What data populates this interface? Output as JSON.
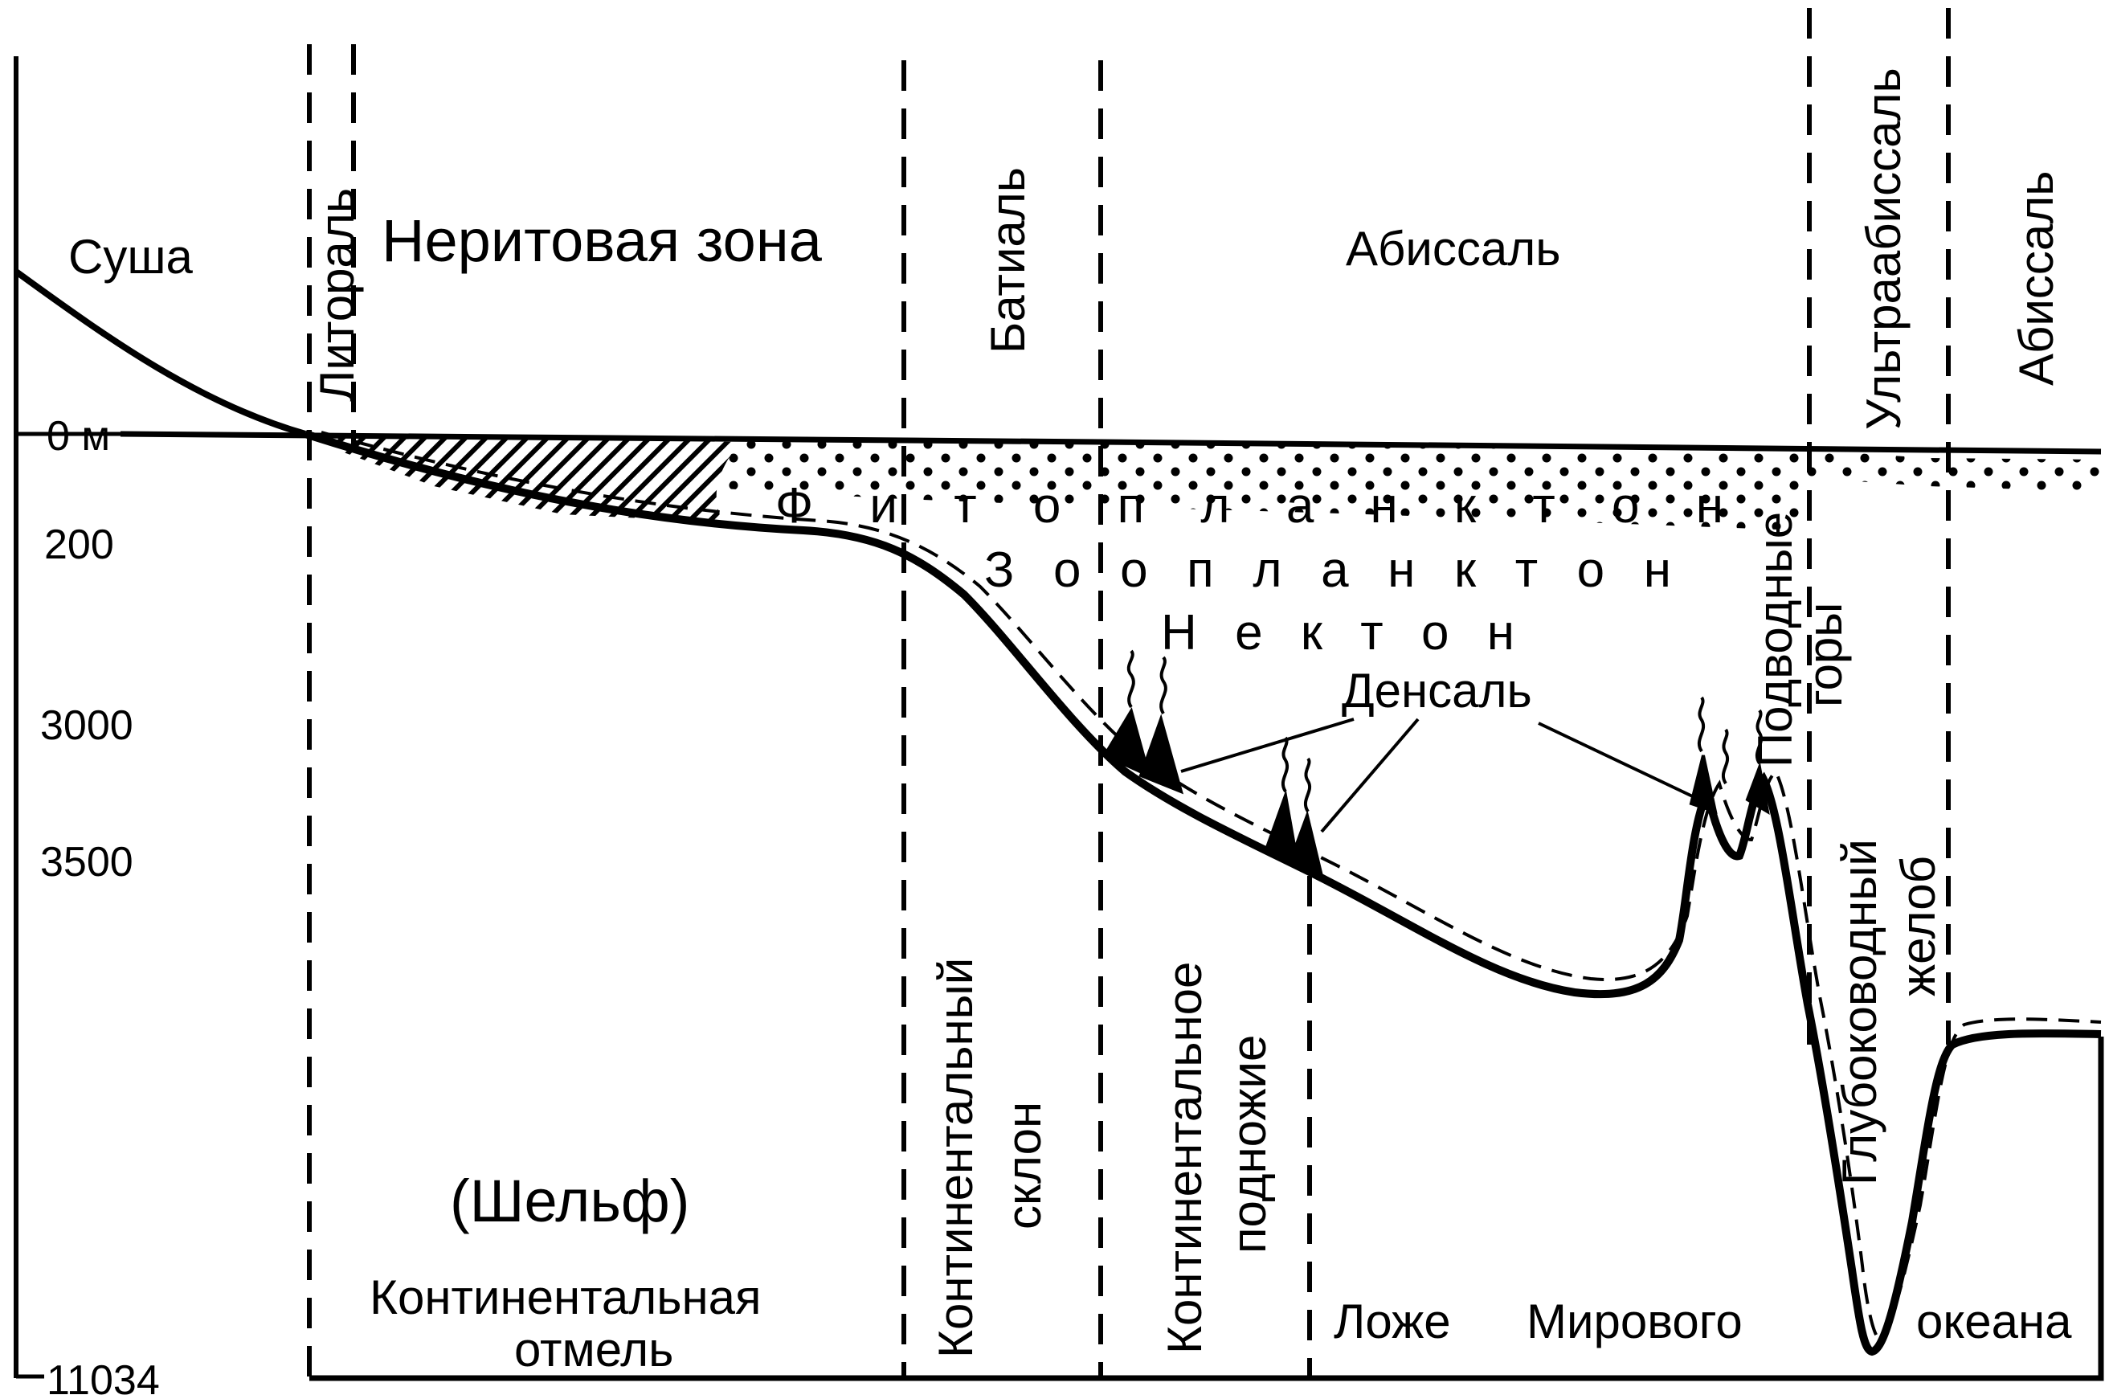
{
  "colors": {
    "ink": "#000000",
    "paper": "#ffffff"
  },
  "depth_axis": {
    "ticks": [
      "0 м",
      "200",
      "3000",
      "3500",
      "11034"
    ]
  },
  "zones_top": {
    "land": "Суша",
    "littoral": "Литораль",
    "neritic": "Неритовая зона",
    "bathyal": "Батиаль",
    "abyssal": "Абиссаль",
    "ultra_abyssal": "Ультраабиссаль",
    "abyssal_right": "Абиссаль"
  },
  "biota": {
    "phytoplankton": "Ф и т о п л а н к т о н",
    "zooplankton": "З о о п л а н к т о н",
    "nekton": "Н е к т о н",
    "densal": "Денсаль"
  },
  "relief": {
    "shelf": "(Шельф)",
    "continental_shoal_1": "Континентальная",
    "continental_shoal_2": "отмель",
    "slope_1": "Континентальный",
    "slope_2": "склон",
    "rise_1": "Континентальное",
    "rise_2": "подножие",
    "floor_1": "Ложе",
    "floor_2": "Мирового",
    "floor_3": "океана",
    "seamounts_1": "Подводные",
    "seamounts_2": "горы",
    "trench_1": "Глубоководный",
    "trench_2": "желоб"
  }
}
